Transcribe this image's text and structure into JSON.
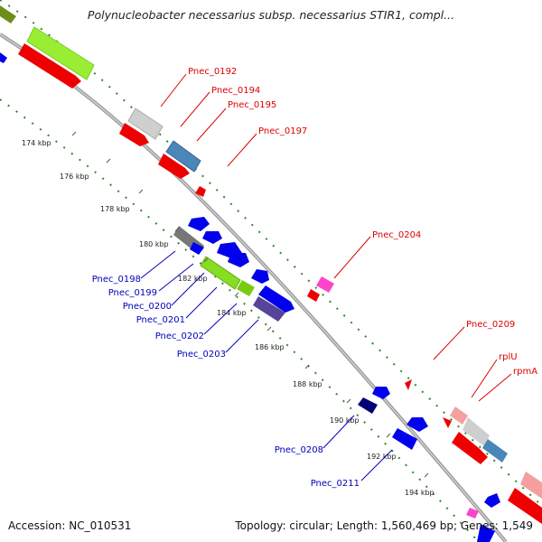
{
  "title": "Polynucleobacter necessarius subsp. necessarius STIR1, compl...",
  "accession_label": "Accession: NC_010531",
  "summary_label": "Topology: circular; Length: 1,560,469 bp; Genes: 1,549",
  "colors": {
    "forward_label": "#dd0000",
    "reverse_label": "#0000bb",
    "backbone": "#888888",
    "dotted_track": "#2a8a2a"
  },
  "scale_ticks": [
    "174 kbp",
    "176 kbp",
    "178 kbp",
    "180 kbp",
    "182 kbp",
    "184 kbp",
    "186 kbp",
    "188 kbp",
    "190 kbp",
    "192 kbp",
    "194 kbp"
  ],
  "forward_labels": [
    "Pnec_0192",
    "Pnec_0194",
    "Pnec_0195",
    "Pnec_0197",
    "Pnec_0204",
    "Pnec_0209",
    "rplU",
    "rpmA"
  ],
  "reverse_labels": [
    "Pnec_0198",
    "Pnec_0199",
    "Pnec_0200",
    "Pnec_0201",
    "Pnec_0202",
    "Pnec_0203",
    "Pnec_0208",
    "Pnec_0211"
  ]
}
